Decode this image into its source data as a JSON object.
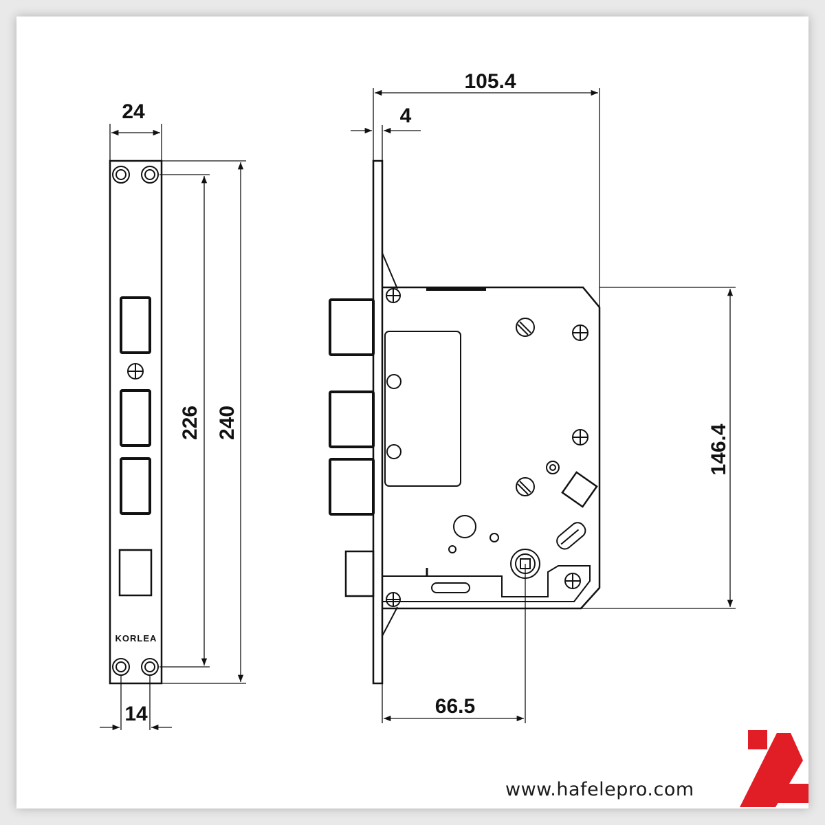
{
  "dimensions": {
    "faceplate_width": "24",
    "hole_spacing_horizontal": "14",
    "hole_spacing_vertical": "226",
    "faceplate_height": "240",
    "total_depth": "105.4",
    "faceplate_thickness": "4",
    "backset": "66.5",
    "case_height": "146.4"
  },
  "faceplate_stamp": "KORLEA",
  "branding": {
    "website": "www.hafelepro.com",
    "logo_color": "#e11d26"
  },
  "colors": {
    "line": "#111111",
    "background": "#ffffff",
    "page": "#e9e9e9"
  }
}
